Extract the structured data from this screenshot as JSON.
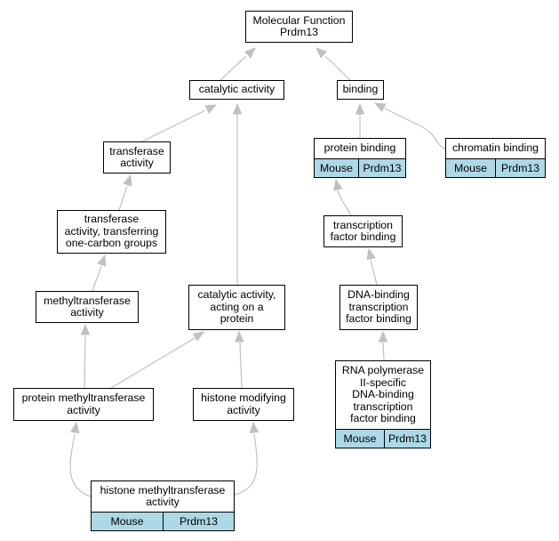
{
  "colors": {
    "edge": "#c0c0c0",
    "annotation_fill": "#add8e6",
    "node_border": "#000000"
  },
  "nodes": {
    "root": "Molecular Function\nPrdm13",
    "catalytic": "catalytic activity",
    "binding": "binding",
    "transferase": "transferase\nactivity",
    "protein_binding": "protein binding",
    "chromatin_binding": "chromatin binding",
    "transferase_one_carbon": "transferase\nactivity, transferring\none-carbon groups",
    "tf_binding": "transcription\nfactor binding",
    "methyltransferase": "methyltransferase\nactivity",
    "catalytic_protein": "catalytic activity,\nacting on a\nprotein",
    "dna_tf_binding": "DNA-binding\ntranscription\nfactor binding",
    "protein_methyltransferase": "protein methyltransferase\nactivity",
    "histone_modifying": "histone modifying\nactivity",
    "rna_pol": "RNA polymerase\nII-specific\nDNA-binding\ntranscription\nfactor binding",
    "histone_methyltransferase": "histone methyltransferase\nactivity"
  },
  "annotations": {
    "protein_binding": {
      "species": "Mouse",
      "gene": "Prdm13"
    },
    "chromatin_binding": {
      "species": "Mouse",
      "gene": "Prdm13"
    },
    "rna_pol": {
      "species": "Mouse",
      "gene": "Prdm13"
    },
    "histone_methyltransferase": {
      "species": "Mouse",
      "gene": "Prdm13"
    }
  }
}
